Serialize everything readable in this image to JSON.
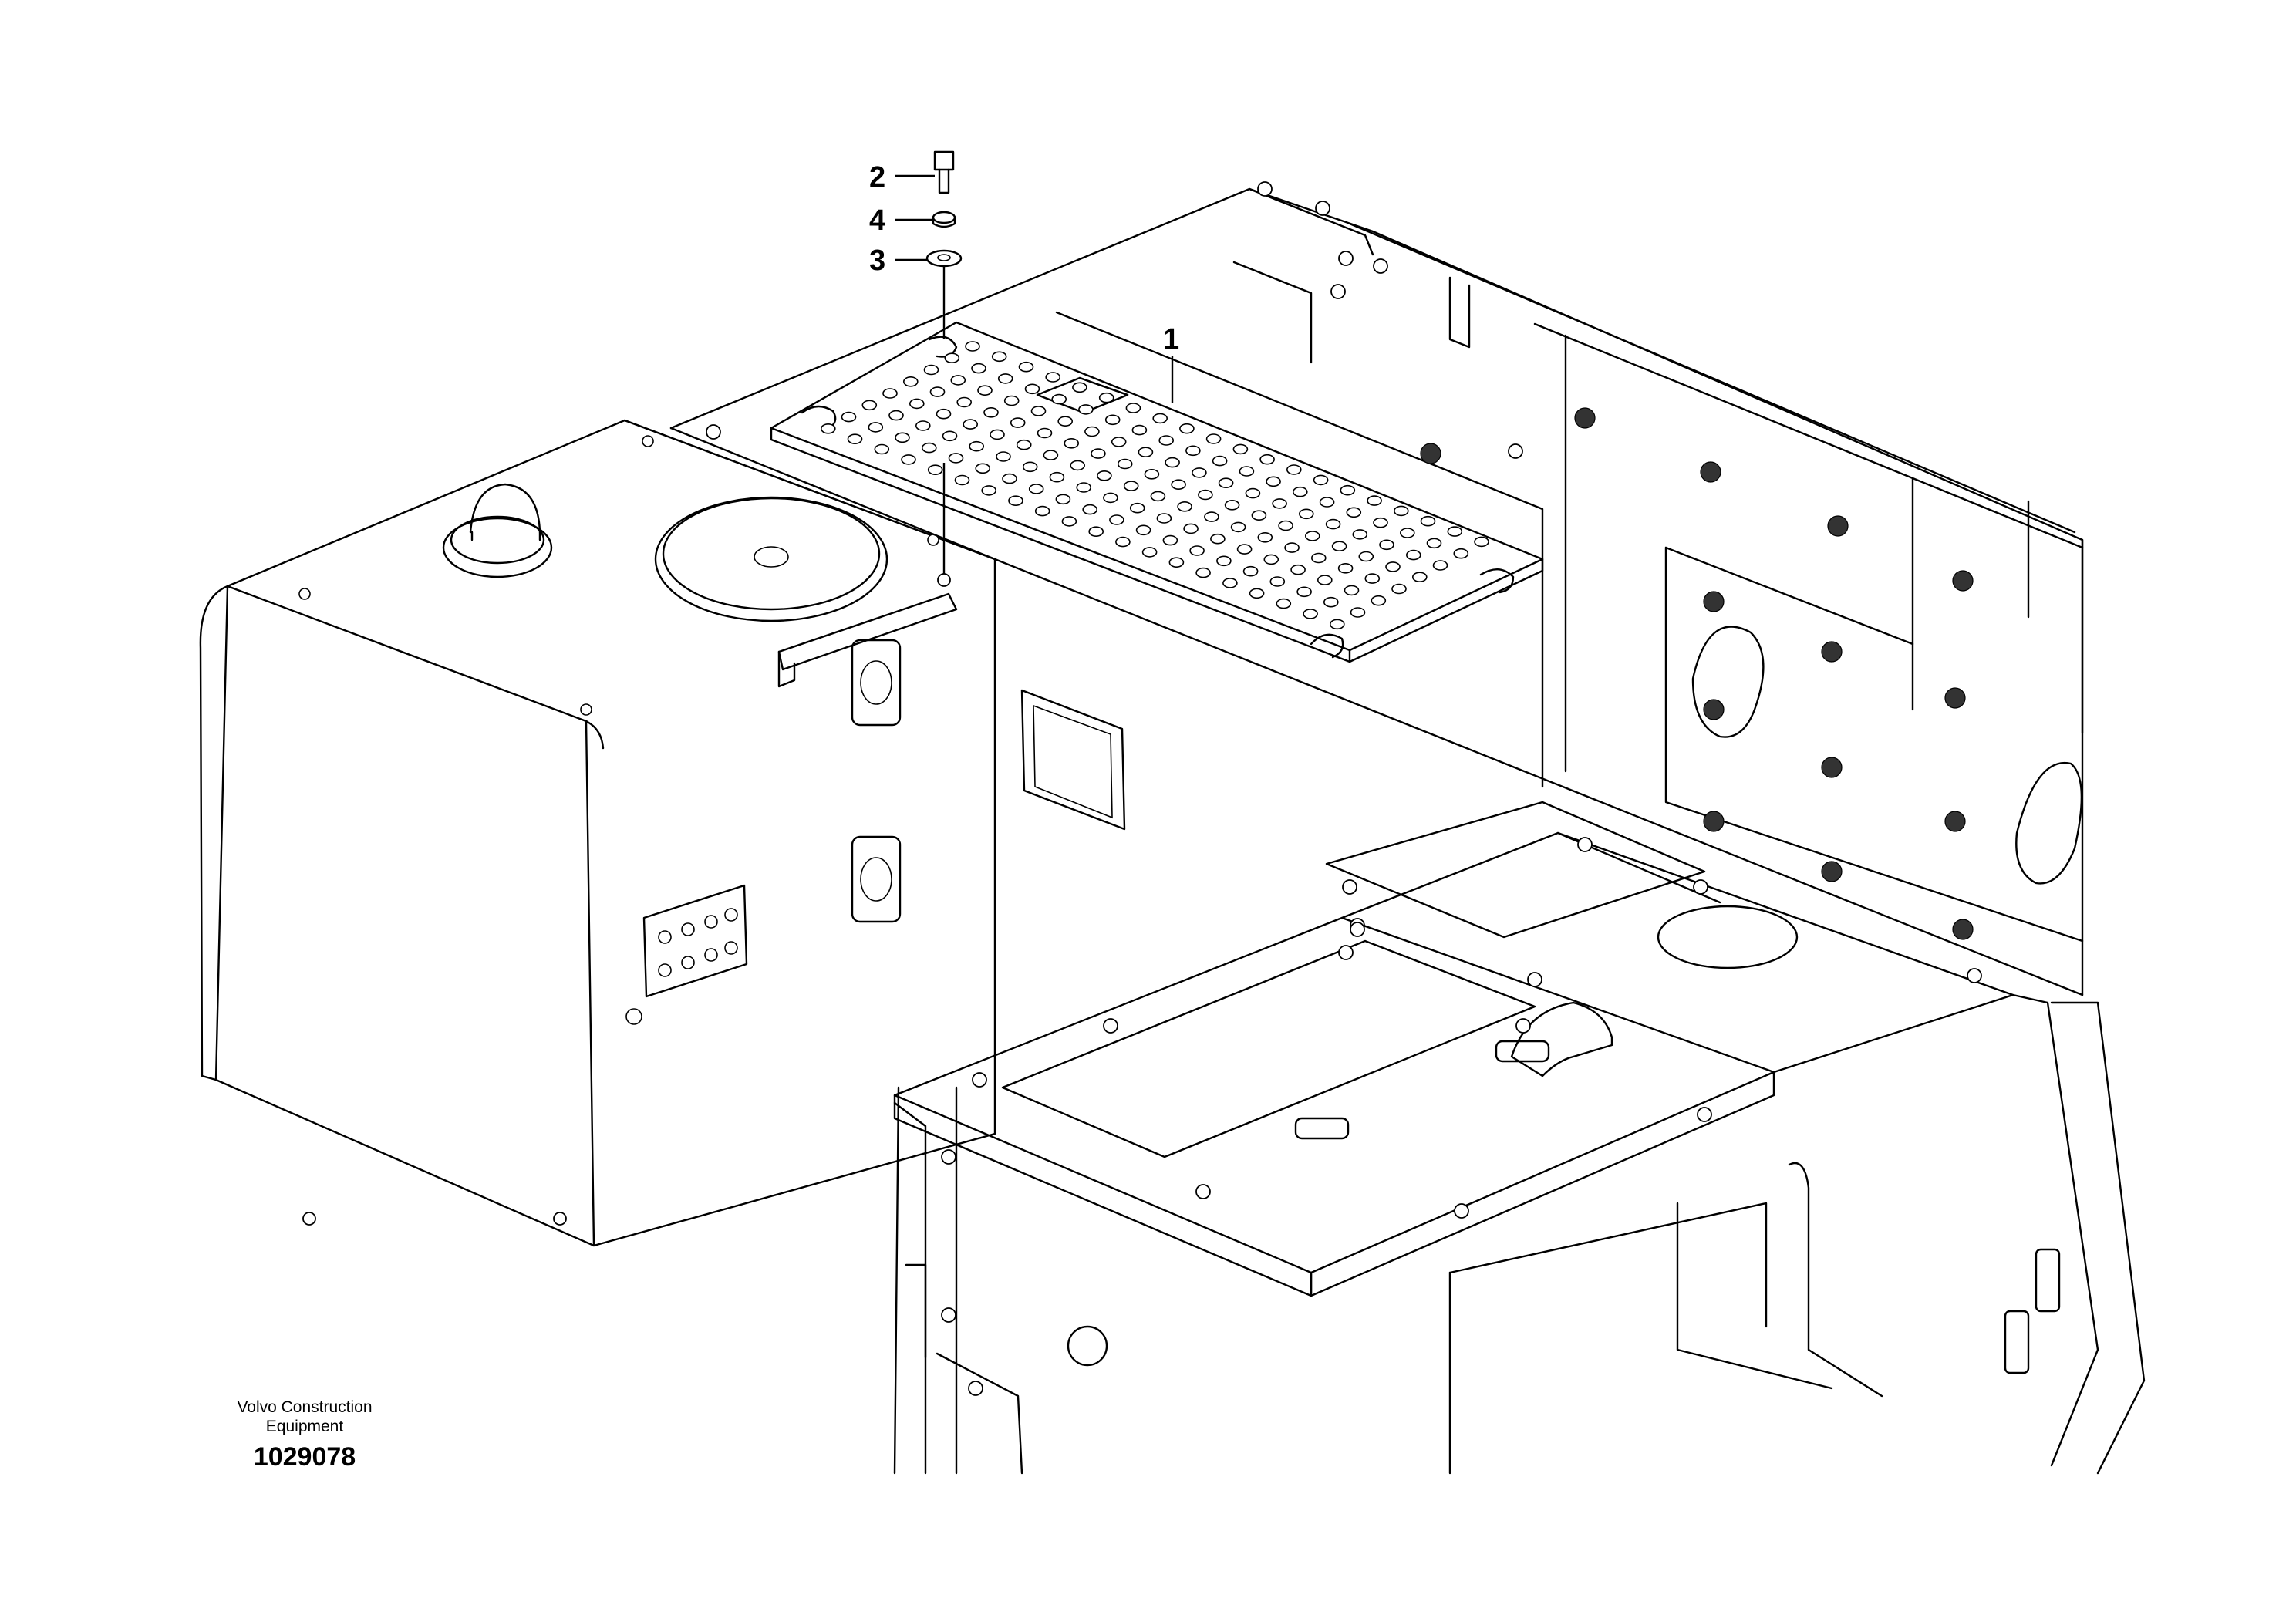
{
  "callouts": [
    {
      "id": "callout-1",
      "label": "1"
    },
    {
      "id": "callout-2",
      "label": "2"
    },
    {
      "id": "callout-3",
      "label": "3"
    },
    {
      "id": "callout-4",
      "label": "4"
    }
  ],
  "caption": {
    "brand_line1": "Volvo Construction",
    "brand_line2": "Equipment",
    "drawing_number": "1029078"
  }
}
